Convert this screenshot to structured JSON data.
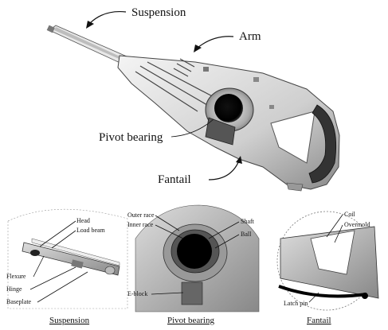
{
  "main_labels": {
    "suspension": "Suspension",
    "arm": "Arm",
    "pivot_bearing": "Pivot bearing",
    "fantail": "Fantail"
  },
  "suspension_detail": {
    "caption": "Suspension",
    "labels": [
      "Head",
      "Load beam",
      "Flexure",
      "Hinge",
      "Baseplate"
    ]
  },
  "pivot_detail": {
    "caption": "Pivot bearing",
    "labels": [
      "Outer race",
      "Inner race",
      "Shaft",
      "Ball",
      "E-block"
    ]
  },
  "fantail_detail": {
    "caption": "Fantail",
    "labels": [
      "Coil",
      "Overmold",
      "Latch pin"
    ]
  }
}
